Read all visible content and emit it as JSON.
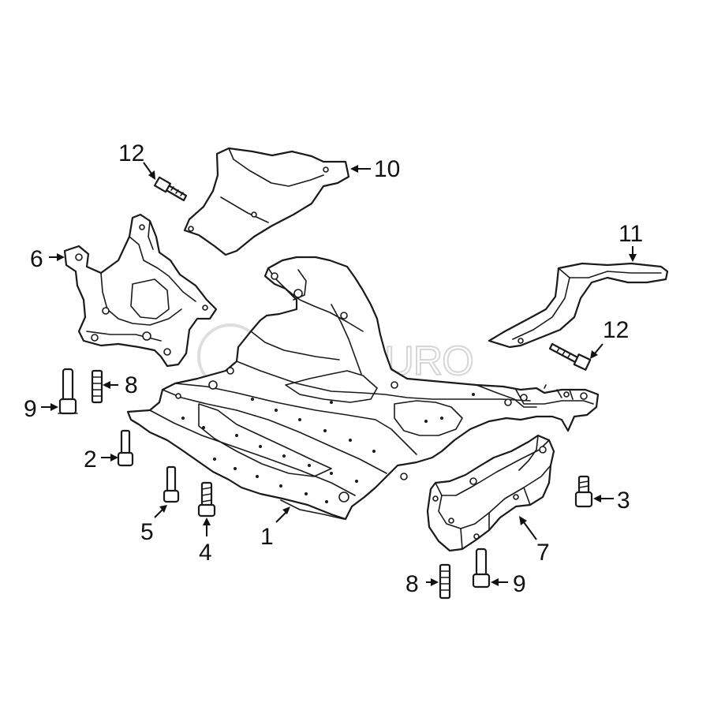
{
  "diagram": {
    "callouts": [
      {
        "id": "c1",
        "label": "1"
      },
      {
        "id": "c2",
        "label": "2"
      },
      {
        "id": "c3",
        "label": "3"
      },
      {
        "id": "c4",
        "label": "4"
      },
      {
        "id": "c5",
        "label": "5"
      },
      {
        "id": "c6",
        "label": "6"
      },
      {
        "id": "c7",
        "label": "7"
      },
      {
        "id": "c8a",
        "label": "8"
      },
      {
        "id": "c8b",
        "label": "8"
      },
      {
        "id": "c9a",
        "label": "9"
      },
      {
        "id": "c9b",
        "label": "9"
      },
      {
        "id": "c10",
        "label": "10"
      },
      {
        "id": "c11",
        "label": "11"
      },
      {
        "id": "c12a",
        "label": "12"
      },
      {
        "id": "c12b",
        "label": "12"
      }
    ],
    "watermark": {
      "text": "FCP EURO"
    }
  },
  "colors": {
    "line": "#1a1a1a",
    "watermark": "#d6d6d6",
    "background": "#ffffff"
  }
}
